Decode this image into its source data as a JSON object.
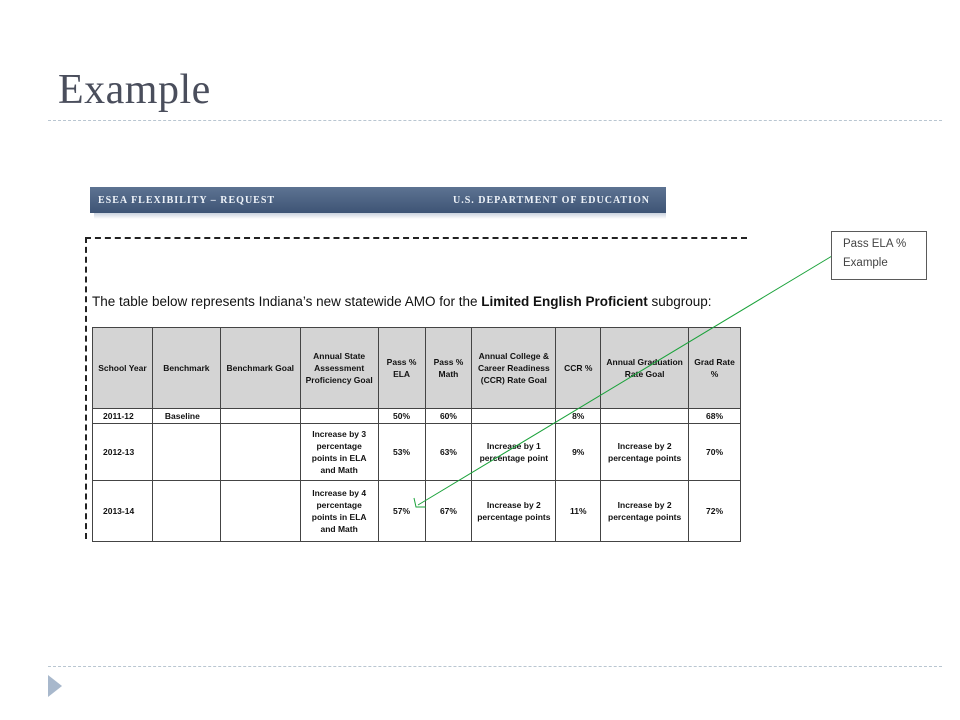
{
  "slide": {
    "title": "Example"
  },
  "banner": {
    "left": "ESEA FLEXIBILITY – REQUEST",
    "right": "U.S. DEPARTMENT OF EDUCATION"
  },
  "document": {
    "intro_before": "The table below represents Indiana’s new statewide AMO for the ",
    "intro_bold": "Limited English Proficient",
    "intro_after": " subgroup:"
  },
  "table": {
    "headers": [
      "School Year",
      "Benchmark",
      "Benchmark Goal",
      "Annual State Assessment Proficiency Goal",
      "Pass % ELA",
      "Pass % Math",
      "Annual College & Career Readiness (CCR) Rate Goal",
      "CCR %",
      "Annual Graduation Rate Goal",
      "Grad Rate %"
    ],
    "rows": [
      [
        "2011-12",
        "Baseline",
        "",
        "",
        "50%",
        "60%",
        "",
        "8%",
        "",
        "68%"
      ],
      [
        "2012-13",
        "",
        "",
        "Increase by 3 percentage points in ELA and Math",
        "53%",
        "63%",
        "Increase by 1 percentage point",
        "9%",
        "Increase by 2 percentage points",
        "70%"
      ],
      [
        "2013-14",
        "",
        "",
        "Increase by 4 percentage points in ELA and Math",
        "57%",
        "67%",
        "Increase by 2 percentage points",
        "11%",
        "Increase by 2 percentage points",
        "72%"
      ]
    ]
  },
  "callout": {
    "line1": "Pass ELA %",
    "line2": "Example",
    "color": "#1aa23a"
  },
  "colors": {
    "title": "#4a4e5c",
    "banner": "#4a6080",
    "header_fill": "#d4d4d4",
    "accent": "#a8b8cc"
  }
}
